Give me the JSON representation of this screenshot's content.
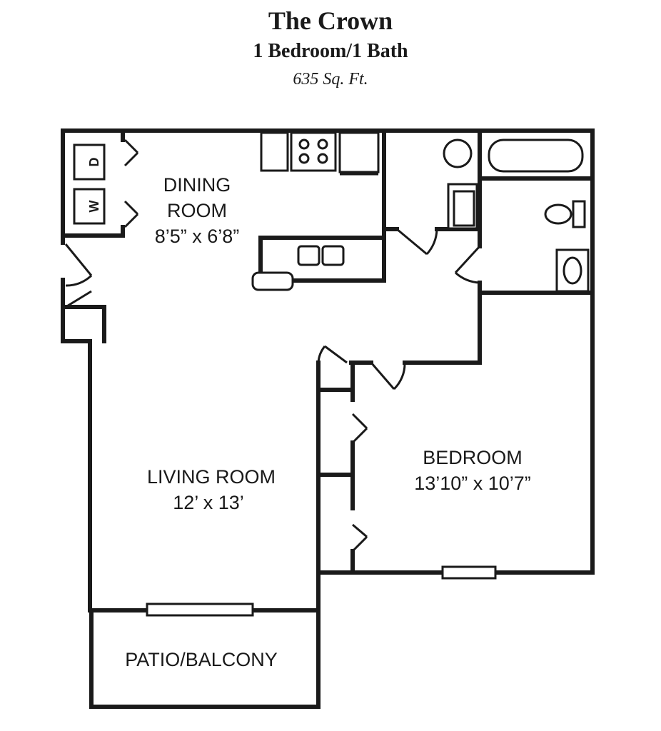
{
  "header": {
    "title": "The Crown",
    "subtitle": "1 Bedroom/1 Bath",
    "area": "635 Sq. Ft."
  },
  "rooms": {
    "dining": {
      "name_line1": "DINING",
      "name_line2": "ROOM",
      "dimensions": "8’5” x 6’8”"
    },
    "living": {
      "name": "LIVING ROOM",
      "dimensions": "12’ x 13’"
    },
    "bedroom": {
      "name": "BEDROOM",
      "dimensions": "13’10” x 10’7”"
    },
    "patio": {
      "name": "PATIO/BALCONY"
    }
  },
  "appliances": {
    "dryer": "D",
    "washer": "W"
  }
}
